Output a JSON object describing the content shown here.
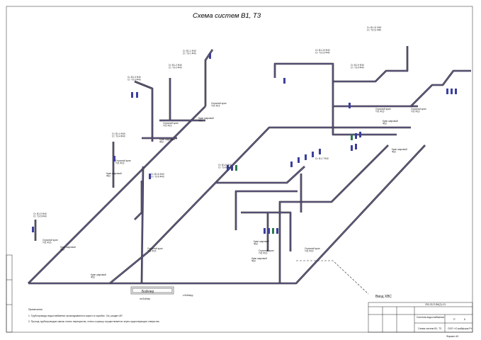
{
  "title": "Схема систем В1, Т3",
  "risers": [
    "Ст. В1-1 Ф40\nСт. Т3-1 Ф40",
    "Ст. В1-2 Ф40\nСт. Т3-2 Ф40",
    "Ст. В1-3 Ф40\nСт. Т3-3 Ф40",
    "Ст. В1-4 Ф40\nСт. Т3-4 Ф40",
    "Ст. В1-5 Ф40\nСт. Т3-5 Ф40",
    "Ст. В1-6 Ф40\nСт. Т3-6 Ф40",
    "Ст. В1-8 Ф40\nСт. Т3-8 Ф40",
    "Ст. В1-9 Ф40\nСт. Т3-9 Ф40",
    "Ст. В1-10 Ф40\nСт. Т3-10 Ф40",
    "Ст. В1-11 Ф40\nСт. Т3-11 Ф40",
    "Ст. В1-7 Ф40"
  ],
  "valve_labels": [
    "Спускной кран\nТ01 Ф15",
    "Кран шаровый\nФ32"
  ],
  "equipment": {
    "boiler": "Бойлер",
    "input_label": "Ввод ХВС",
    "boiler_room": "на бойлер",
    "to_heater": "к бойлеру"
  },
  "notes": {
    "heading": "Примечания.",
    "items": [
      "1. Трубопроводы водоснабжения прокладываются скрыто в коробах. См. раздел АР.",
      "2. Проход трубопроводов сквозь плиты перекрытия, стены и крышу осуществляется через существующие отверстия."
    ]
  },
  "titleblock": {
    "code": "253-33-П-ВК(2)-СЧ",
    "section": "Система водоснабжения",
    "sheet_name": "Схема систем В1, Т3",
    "company": "ООО «Стройформ-Р»",
    "stage_label": "П",
    "sheet_no": "6",
    "format": "Формат А3"
  },
  "colors": {
    "pipe_outer": "#1a1a1a",
    "pipe_inner": "#7a6ea6",
    "fixture": "#3b3f9e"
  }
}
